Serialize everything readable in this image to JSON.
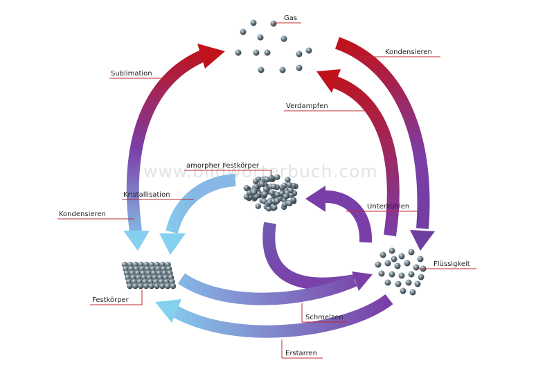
{
  "watermark": "www.bildwörterbuch.com",
  "labels": {
    "gas": "Gas",
    "kondensieren_top": "Kondensieren",
    "sublimation": "Sublimation",
    "verdampfen": "Verdampfen",
    "amorpher": "amorpher Festkörper",
    "kristallisation": "Kristallisation",
    "unterkuehlen": "Unterkühlen",
    "kondensieren_left": "Kondensieren",
    "fluessigkeit": "Flüssigkeit",
    "festkoerper": "Festkörper",
    "schmelzen": "Schmelzen",
    "erstarren": "Erstarren"
  },
  "colors": {
    "hot": "#c0121a",
    "mid": "#6f3f9e",
    "violet": "#7a3ea8",
    "cool": "#86d0ef",
    "particle": "#55656f",
    "leader": "#c0282d"
  }
}
